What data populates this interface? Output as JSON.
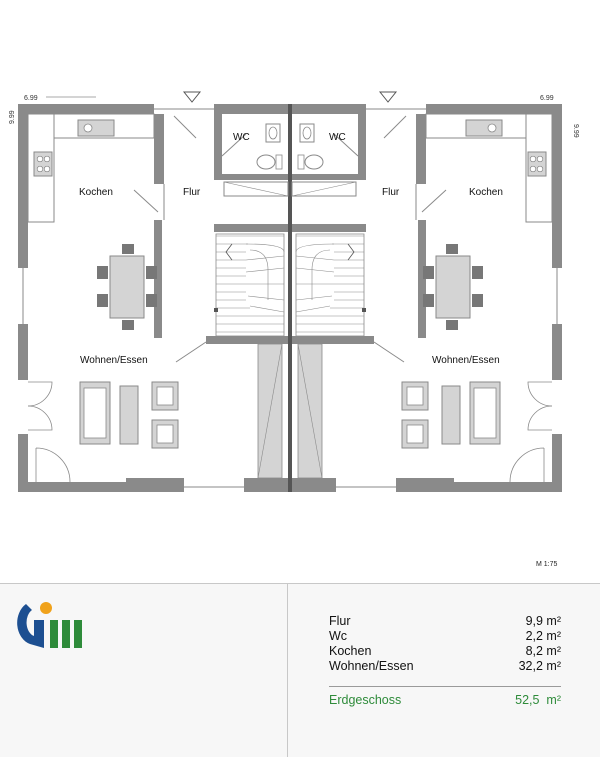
{
  "plan": {
    "dimension_left_horizontal": "6.99",
    "dimension_left_vertical": "9.99",
    "dimension_right_horizontal": "6.99",
    "dimension_right_vertical": "9.99",
    "rooms_left": {
      "wc": "WC",
      "kochen": "Kochen",
      "flur": "Flur",
      "wohnen": "Wohnen/Essen"
    },
    "rooms_right": {
      "wc": "WC",
      "kochen": "Kochen",
      "flur": "Flur",
      "wohnen": "Wohnen/Essen"
    },
    "scale": "M 1:75"
  },
  "areas": {
    "rows": [
      {
        "label": "Flur",
        "value": "9,9 m²"
      },
      {
        "label": "Wc",
        "value": "2,2 m²"
      },
      {
        "label": "Kochen",
        "value": "8,2 m²"
      },
      {
        "label": "Wohnen/Essen",
        "value": "32,2 m²"
      }
    ],
    "total": {
      "label": "Erdgeschoss",
      "value": "52,5  m²"
    }
  },
  "colors": {
    "wall": "#8a8a8a",
    "furniture": "#d4d4d4",
    "logo_blue": "#1d4f91",
    "logo_orange": "#f0a21b",
    "logo_green": "#2e8b3a",
    "total_green": "#2e8b3a"
  }
}
